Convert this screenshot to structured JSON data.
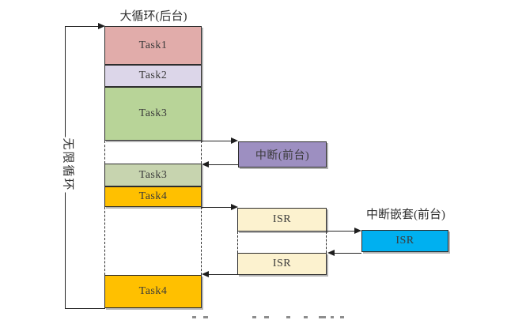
{
  "labels": {
    "main_loop_title": "大循环(后台)",
    "infinite_loop": "无限循环",
    "nested_interrupt_title": "中断嵌套(前台)"
  },
  "blocks": {
    "task1": {
      "label": "Task1",
      "color": "#e1acaa"
    },
    "task2": {
      "label": "Task2",
      "color": "#dcd6e9"
    },
    "task3a": {
      "label": "Task3",
      "color": "#b8d498"
    },
    "task3b": {
      "label": "Task3",
      "color": "#c7d4af"
    },
    "task4a": {
      "label": "Task4",
      "color": "#ffc000"
    },
    "task4b": {
      "label": "Task4",
      "color": "#ffc000"
    },
    "interrupt": {
      "label": "中断(前台)",
      "color": "#9d8fc1"
    },
    "isr1": {
      "label": "ISR",
      "color": "#fcf2cf"
    },
    "isr2": {
      "label": "ISR",
      "color": "#fcf2cf"
    },
    "isr_nested": {
      "label": "ISR",
      "color": "#00b0f0"
    }
  },
  "line_color": "#252525"
}
